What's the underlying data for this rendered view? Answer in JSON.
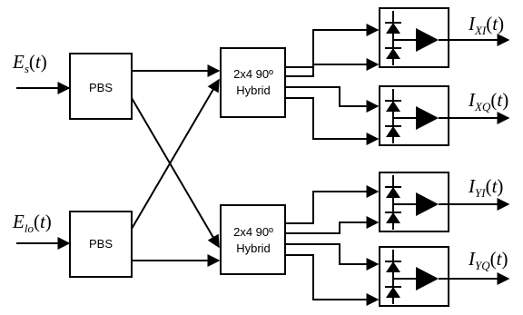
{
  "inputs": [
    {
      "base": "E",
      "sub": "s",
      "arg": "t"
    },
    {
      "base": "E",
      "sub": "lo",
      "arg": "t"
    }
  ],
  "pbs": [
    {
      "label": "PBS"
    },
    {
      "label": "PBS"
    }
  ],
  "hybrids": [
    {
      "line1": "2x4 90º",
      "line2": "Hybrid"
    },
    {
      "line1": "2x4 90º",
      "line2": "Hybrid"
    }
  ],
  "outputs": [
    {
      "base": "I",
      "sub": "XI",
      "arg": "t"
    },
    {
      "base": "I",
      "sub": "XQ",
      "arg": "t"
    },
    {
      "base": "I",
      "sub": "YI",
      "arg": "t"
    },
    {
      "base": "I",
      "sub": "YQ",
      "arg": "t"
    }
  ],
  "detector_count": 4,
  "colors": {
    "line": "#000000",
    "background": "#ffffff"
  }
}
